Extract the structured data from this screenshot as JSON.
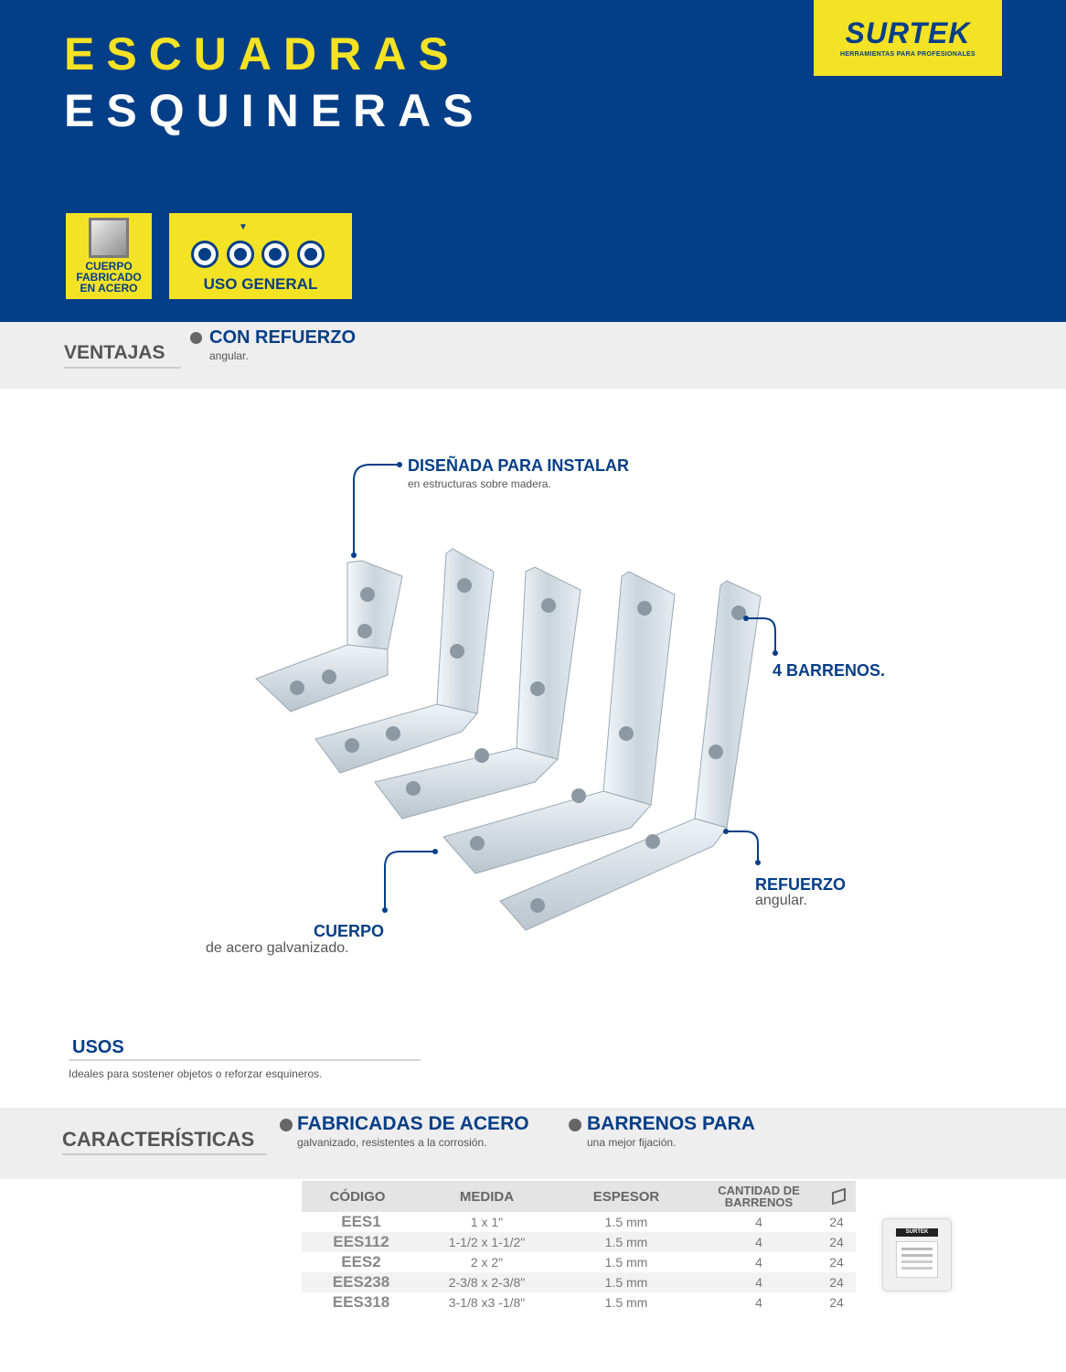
{
  "header": {
    "title_line1": "ESCUADRAS",
    "title_line2": "ESQUINERAS",
    "logo_name": "SURTEK",
    "logo_tagline": "HERRAMIENTAS PARA PROFESIONALES",
    "colors": {
      "primary": "#043e87",
      "accent": "#f4e224"
    }
  },
  "badges": {
    "material": "CUERPO\nFABRICADO\nEN ACERO",
    "use_pointer": "▼",
    "use_label": "USO GENERAL"
  },
  "ventajas": {
    "label": "VENTAJAS",
    "heading": "CON REFUERZO",
    "sub": "angular."
  },
  "callouts": {
    "design_title": "DISEÑADA PARA INSTALAR",
    "design_sub": "en estructuras sobre madera.",
    "holes_title": "4 BARRENOS.",
    "reinforcement_title": "REFUERZO",
    "reinforcement_sub": "angular.",
    "body_title": "CUERPO",
    "body_sub": "de acero galvanizado."
  },
  "usos": {
    "title": "USOS",
    "text": "Ideales para sostener objetos o reforzar esquineros."
  },
  "caracteristicas": {
    "label": "CARACTERÍSTICAS",
    "items": [
      {
        "heading": "FABRICADAS DE ACERO",
        "sub": "galvanizado, resistentes a la corrosión."
      },
      {
        "heading": "BARRENOS PARA",
        "sub": "una mejor fijación."
      }
    ]
  },
  "specs": {
    "headers": {
      "code": "CÓDIGO",
      "size": "MEDIDA",
      "thickness": "ESPESOR",
      "holes": "CANTIDAD DE\nBARRENOS",
      "box_icon": "box-icon"
    },
    "rows": [
      {
        "code": "EES1",
        "size": "1 x 1\"",
        "thickness": "1.5 mm",
        "holes": "4",
        "box": "24"
      },
      {
        "code": "EES112",
        "size": "1-1/2 x 1-1/2\"",
        "thickness": "1.5 mm",
        "holes": "4",
        "box": "24"
      },
      {
        "code": "EES2",
        "size": "2 x 2\"",
        "thickness": "1.5 mm",
        "holes": "4",
        "box": "24"
      },
      {
        "code": "EES238",
        "size": "2-3/8 x 2-3/8\"",
        "thickness": "1.5 mm",
        "holes": "4",
        "box": "24"
      },
      {
        "code": "EES318",
        "size": "3-1/8 x3 -1/8\"",
        "thickness": "1.5 mm",
        "holes": "4",
        "box": "24"
      }
    ]
  },
  "package": {
    "brand": "SURTEK"
  }
}
